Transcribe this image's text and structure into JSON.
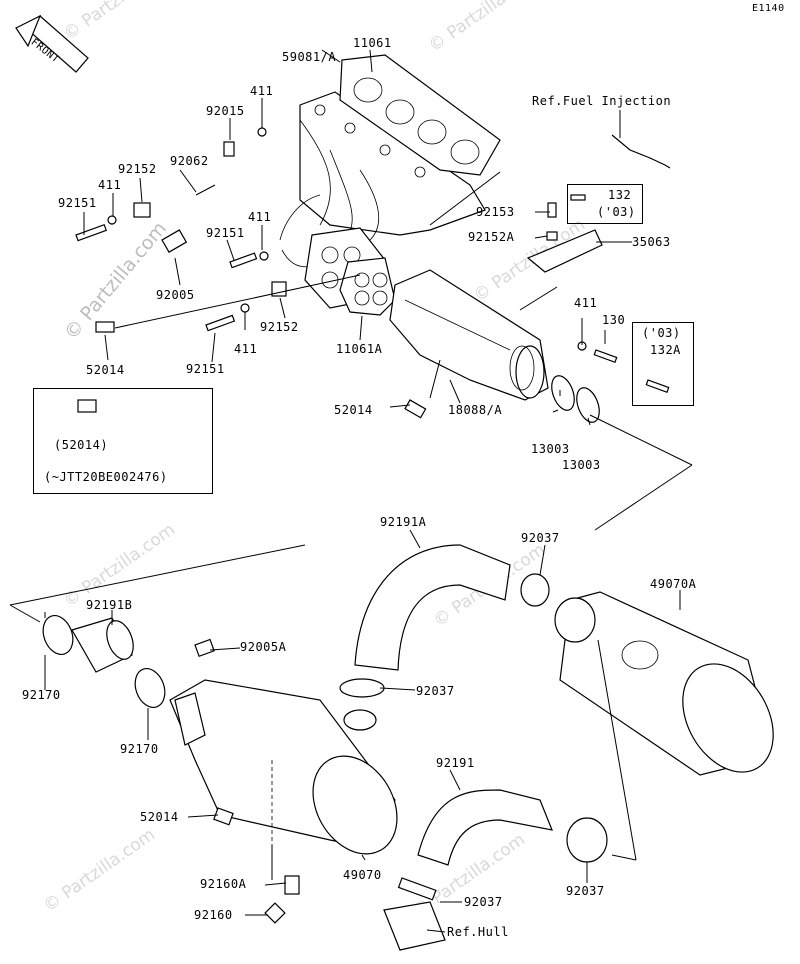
{
  "diagram_code": "E1140",
  "front_label": "FRONT",
  "watermark": "© Partzilla.com",
  "ref_fuel_injection": "Ref.Fuel Injection",
  "ref_hull": "Ref.Hull",
  "note_box_1": {
    "part": "(52014)",
    "serial": "(~JTT20BE002476)"
  },
  "note_box_2": {
    "part": "132",
    "year": "('03)"
  },
  "note_box_3": {
    "year": "('03)",
    "part": "132A"
  },
  "labels": {
    "p11061": "11061",
    "p59081A": "59081/A",
    "p411_a": "411",
    "p92015": "92015",
    "p92152_a": "92152",
    "p92062": "92062",
    "p411_b": "411",
    "p92151_a": "92151",
    "p411_c": "411",
    "p92151_b": "92151",
    "p92005": "92005",
    "p92151_c": "92151",
    "p411_d": "411",
    "p92152_b": "92152",
    "p52014_a": "52014",
    "p11061A": "11061A",
    "p92153": "92153",
    "p92152A": "92152A",
    "p35063": "35063",
    "p411_e": "411",
    "p130": "130",
    "p52014_b": "52014",
    "p18088A": "18088/A",
    "p13003_a": "13003",
    "p13003_b": "13003",
    "p92191A": "92191A",
    "p92037_a": "92037",
    "p49070A": "49070A",
    "p92191B": "92191B",
    "p92005A": "92005A",
    "p92037_b": "92037",
    "p92170_a": "92170",
    "p92170_b": "92170",
    "p92191": "92191",
    "p52014_c": "52014",
    "p49070": "49070",
    "p92037_c": "92037",
    "p92037_d": "92037",
    "p92160A": "92160A",
    "p92160": "92160"
  }
}
